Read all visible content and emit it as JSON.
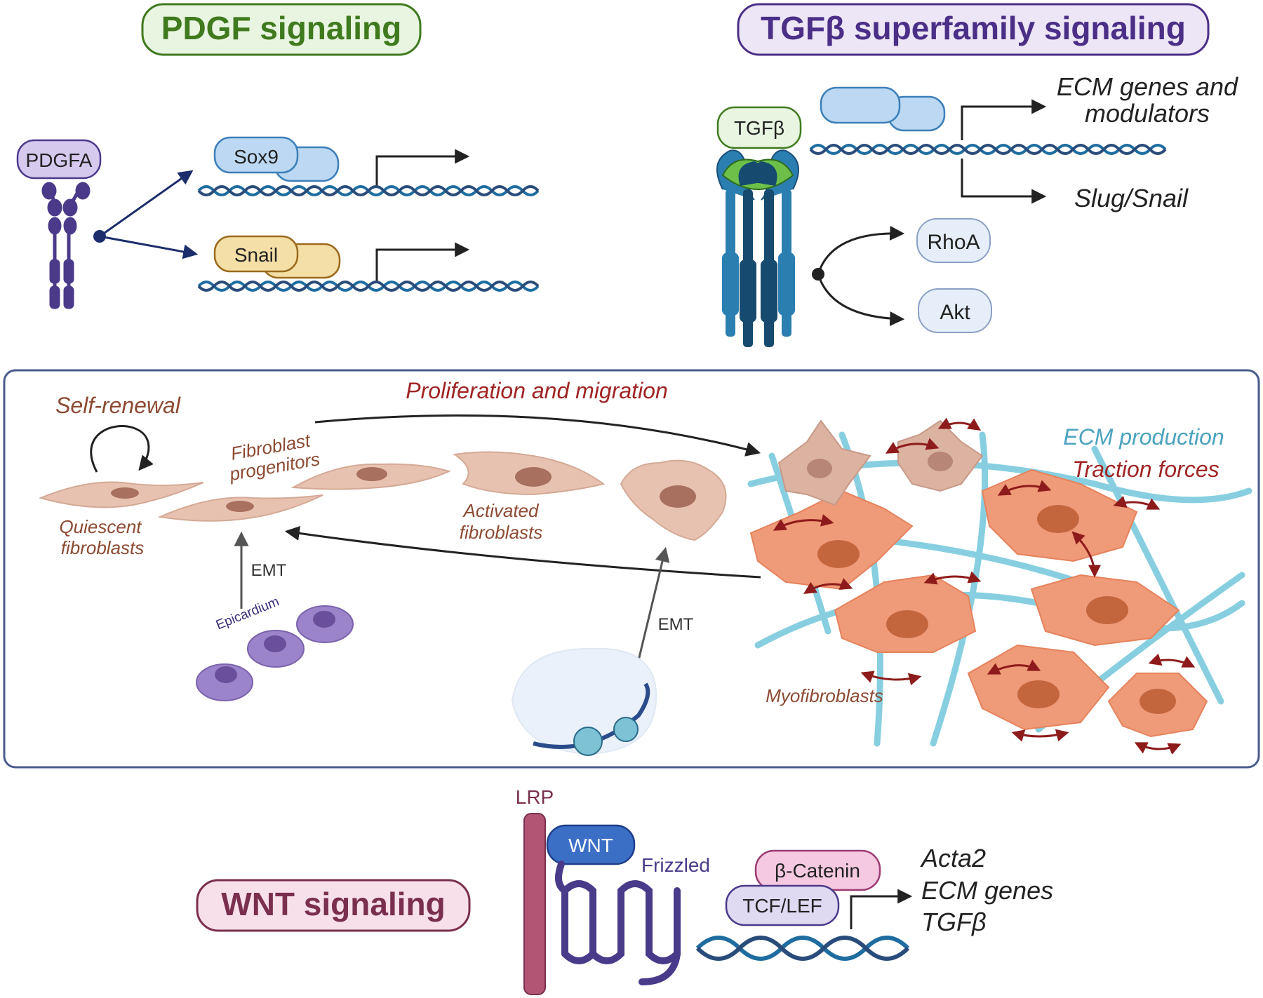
{
  "colors": {
    "pdgf_green": "#3f7a1e",
    "pdgf_fill": "#e8f5e0",
    "tgf_purple": "#4b2f87",
    "tgf_fill": "#ece6f6",
    "wnt_maroon": "#7a2f4e",
    "wnt_fill": "#f7e0ea",
    "box_border": "#4a5b8c",
    "brown_text": "#8c4a32",
    "red_text": "#a02424",
    "teal_text": "#4ba3bf",
    "dna_blue": "#1f6da0",
    "myofibroblast": "#ef9a78",
    "fibroblast": "#e8c2b0",
    "epicardium": "#9b84c9",
    "ecm_fiber": "#5fbfd6"
  },
  "pdgf": {
    "title": "PDGF signaling",
    "ligand": "PDGFA",
    "tf1": "Sox9",
    "tf2": "Snail"
  },
  "tgf": {
    "title": "TGFβ superfamily signaling",
    "ligand": "TGFβ",
    "out1_line1": "ECM genes and",
    "out1_line2": "modulators",
    "out2": "Slug/Snail",
    "node1": "RhoA",
    "node2": "Akt"
  },
  "center": {
    "self_renewal": "Self-renewal",
    "prolif_migration": "Proliferation and migration",
    "fib_prog_1": "Fibroblast",
    "fib_prog_2": "progenitors",
    "quiescent_1": "Quiescent",
    "quiescent_2": "fibroblasts",
    "activated_1": "Activated",
    "activated_2": "fibroblasts",
    "ecm_production": "ECM production",
    "traction": "Traction forces",
    "emt_left": "EMT",
    "emt_right": "EMT",
    "epicardium": "Epicardium",
    "myofibroblasts": "Myofibroblasts"
  },
  "wnt": {
    "title": "WNT signaling",
    "lrp": "LRP",
    "ligand": "WNT",
    "receptor": "Frizzled",
    "catenin": "β-Catenin",
    "tcf": "TCF/LEF",
    "out1": "Acta2",
    "out2": "ECM genes",
    "out3": "TGFβ"
  }
}
